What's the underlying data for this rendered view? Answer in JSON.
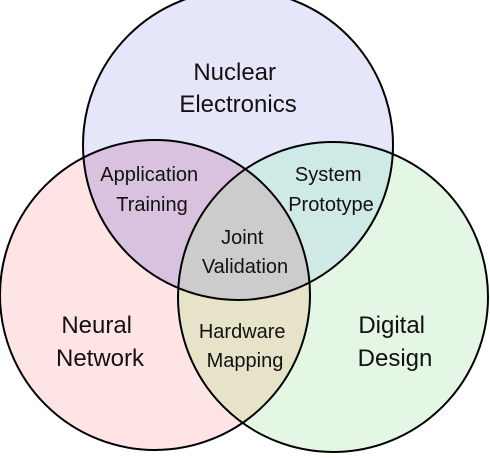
{
  "diagram": {
    "type": "venn",
    "sets": [
      {
        "id": "nuclear",
        "line1": "Nuclear",
        "line2": "Electronics",
        "color": "#e6e6fa"
      },
      {
        "id": "neural",
        "line1": "Neural",
        "line2": "Network",
        "color": "#ffe4e6"
      },
      {
        "id": "digital",
        "line1": "Digital",
        "line2": "Design",
        "color": "#e4f7e4"
      }
    ],
    "overlaps": {
      "nuclear_neural": {
        "line1": "Application",
        "line2": "Training",
        "color": "#d9c2e0"
      },
      "nuclear_digital": {
        "line1": "System",
        "line2": "Prototype",
        "color": "#cfe9e6"
      },
      "neural_digital": {
        "line1": "Hardware",
        "line2": "Mapping",
        "color": "#e6e3c9"
      },
      "all": {
        "line1": "Joint",
        "line2": "Validation",
        "color": "#cccccc"
      }
    },
    "stroke_color": "#000000"
  }
}
